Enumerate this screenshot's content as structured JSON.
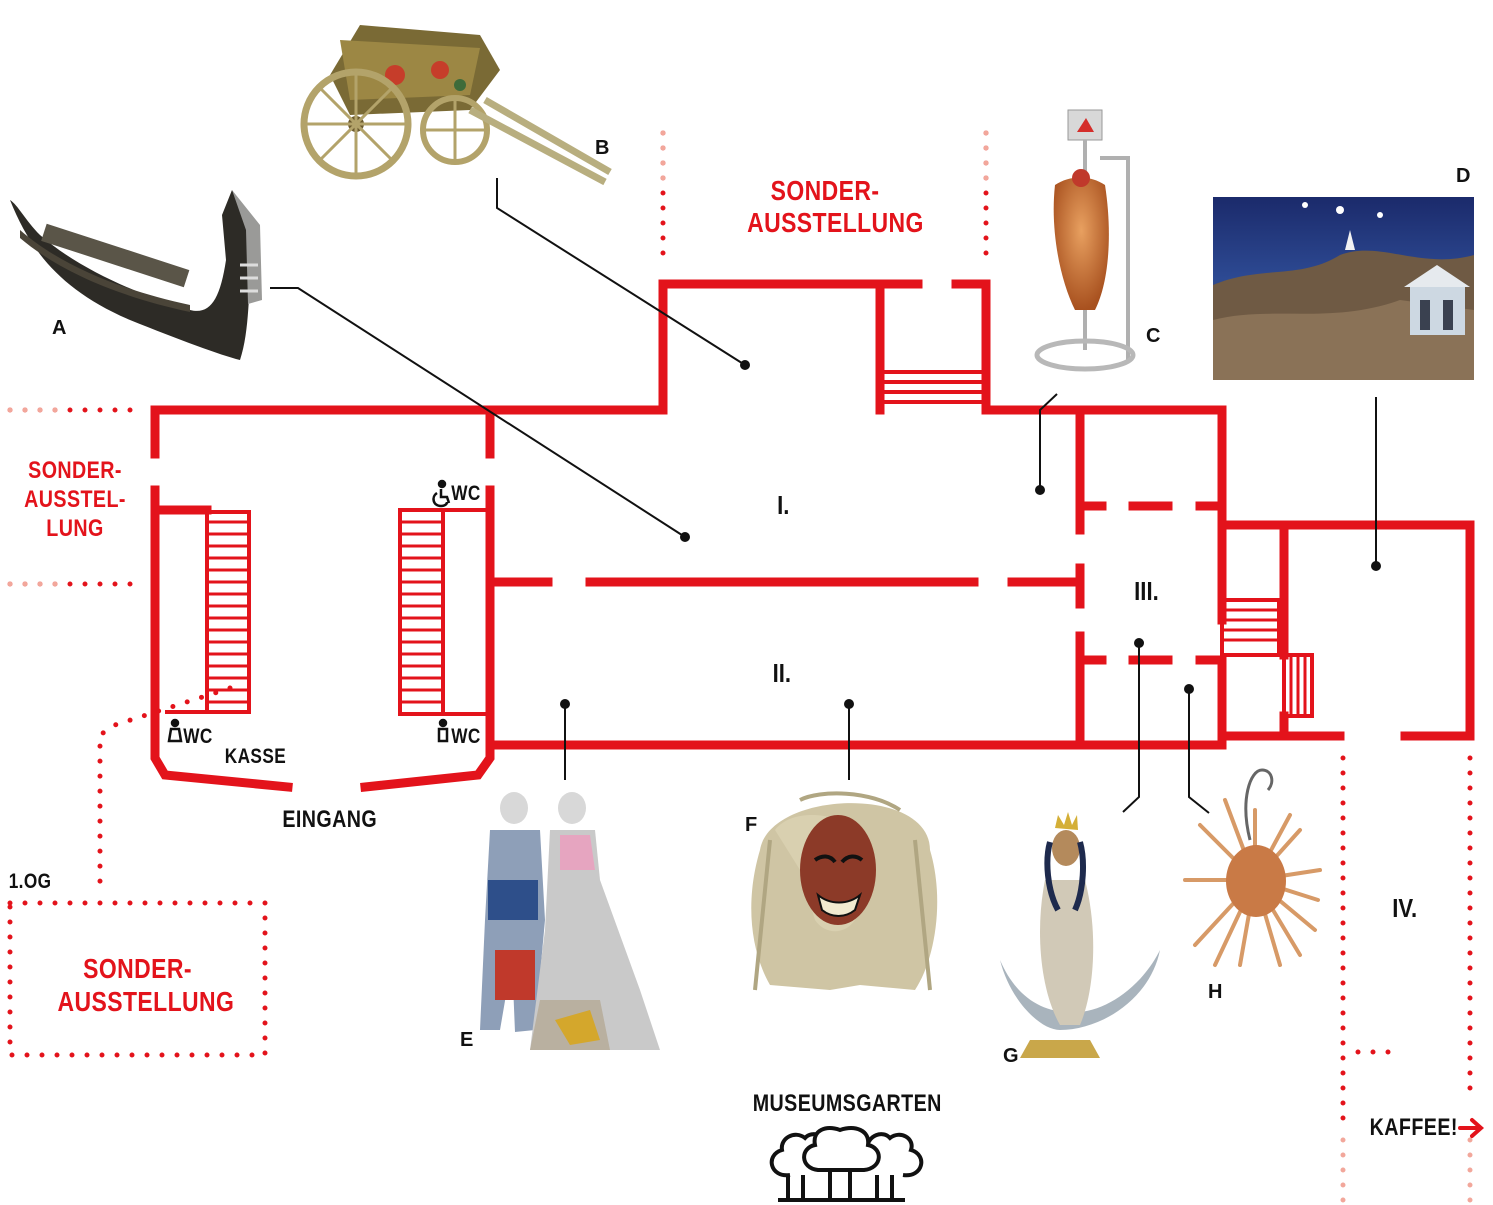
{
  "labels": {
    "sonder_top": "SONDER-\nAUSSTELLUNG",
    "sonder_left": "SONDER-\nAUSSTEL-\nLUNG",
    "sonder_bottom": "SONDER-\nAUSSTELLUNG",
    "wc_accessible": "WC",
    "wc_women": "WC",
    "wc_men": "WC",
    "kasse": "KASSE",
    "eingang": "EINGANG",
    "floor_1og": "1.OG",
    "museumsgarten": "MUSEUMSGARTEN",
    "kaffee": "KAFFEE!"
  },
  "rooms": [
    "I.",
    "II.",
    "III.",
    "IV."
  ],
  "objects": [
    {
      "letter": "A",
      "name": "gondola"
    },
    {
      "letter": "B",
      "name": "cart"
    },
    {
      "letter": "C",
      "name": "doner-kebab-spit"
    },
    {
      "letter": "D",
      "name": "nativity-scene"
    },
    {
      "letter": "E",
      "name": "costumes"
    },
    {
      "letter": "F",
      "name": "mask"
    },
    {
      "letter": "G",
      "name": "madonna-figure"
    },
    {
      "letter": "H",
      "name": "spiked-object"
    }
  ],
  "colors": {
    "wall": "#e3131b",
    "text_dark": "#111111",
    "dotted_dark": "#e3131b",
    "dotted_light": "#f2a79b"
  }
}
